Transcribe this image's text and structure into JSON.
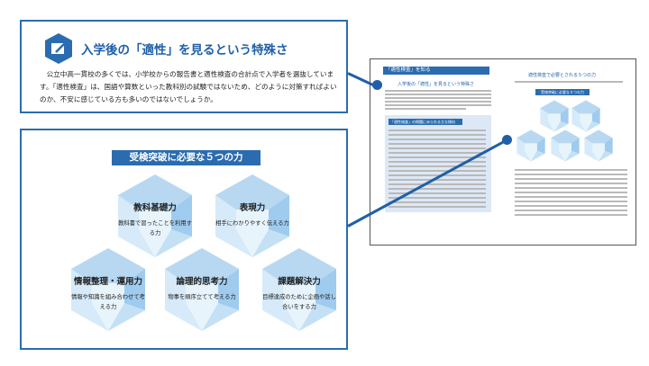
{
  "section1": {
    "title": "入学後の「適性」を見るという特殊さ",
    "icon": "notebook-pencil-icon",
    "body": "公立中高一貫校の多くでは、小学校からの報告書と適性検査の合計点で入学者を選抜しています。「適性検査」は、国語や算数といった教科別の試験ではないため、どのように対策すればよいのか、不安に感じている方も多いのではないでしょうか。"
  },
  "section2": {
    "title": "受検突破に必要な５つの力",
    "powers": [
      {
        "name": "教科基礎力",
        "desc": "教科書で習ったことを利用する力"
      },
      {
        "name": "表現力",
        "desc": "相手にわかりやすく伝える力"
      },
      {
        "name": "情報整理・運用力",
        "desc": "情報や知識を組み合わせて考える力"
      },
      {
        "name": "論理的思考力",
        "desc": "物事を順序立てて考える力"
      },
      {
        "name": "課題解決力",
        "desc": "目標達成のために企画や話し合いをする力"
      }
    ]
  },
  "page_preview": {
    "header": "「適性検査」を知る",
    "left_title": "入学後の「適性」を見るという特殊さ",
    "left_box_title": "「適性検査」の問題にみられる主な傾向",
    "right_title": "適性検査で必要とされる５つの力",
    "right_box_title": "受検突破に必要な５つの力"
  },
  "colors": {
    "accent": "#2b6cb0",
    "hex_fill": "#cfe6f8"
  }
}
